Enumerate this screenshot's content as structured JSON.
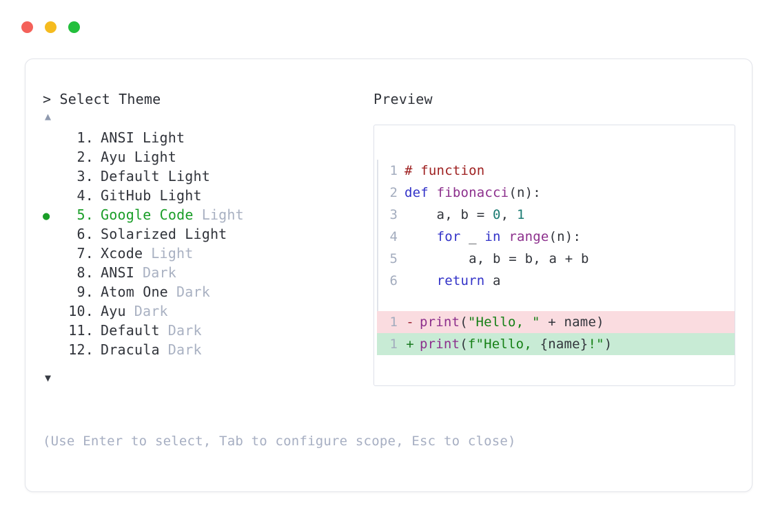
{
  "window": {
    "traffic_lights": [
      {
        "name": "close",
        "color": "#f4615a"
      },
      {
        "name": "minimize",
        "color": "#f5bb1f"
      },
      {
        "name": "maximize",
        "color": "#23bf3c"
      }
    ]
  },
  "prompt": {
    "caret": ">",
    "title": "Select Theme"
  },
  "scroll": {
    "up_glyph": "▲",
    "down_glyph": "▼"
  },
  "list": {
    "selected_index": 5,
    "bullet_glyph": "●",
    "items": [
      {
        "index": "1.",
        "name": "ANSI",
        "variant": "Light",
        "variant_muted": false,
        "selected": false
      },
      {
        "index": "2.",
        "name": "Ayu",
        "variant": "Light",
        "variant_muted": false,
        "selected": false
      },
      {
        "index": "3.",
        "name": "Default",
        "variant": "Light",
        "variant_muted": false,
        "selected": false
      },
      {
        "index": "4.",
        "name": "GitHub",
        "variant": "Light",
        "variant_muted": false,
        "selected": false
      },
      {
        "index": "5.",
        "name": "Google Code",
        "variant": "Light",
        "variant_muted": true,
        "selected": true
      },
      {
        "index": "6.",
        "name": "Solarized",
        "variant": "Light",
        "variant_muted": false,
        "selected": false
      },
      {
        "index": "7.",
        "name": "Xcode",
        "variant": "Light",
        "variant_muted": true,
        "selected": false
      },
      {
        "index": "8.",
        "name": "ANSI",
        "variant": "Dark",
        "variant_muted": true,
        "selected": false
      },
      {
        "index": "9.",
        "name": "Atom One",
        "variant": "Dark",
        "variant_muted": true,
        "selected": false
      },
      {
        "index": "10.",
        "name": "Ayu",
        "variant": "Dark",
        "variant_muted": true,
        "selected": false
      },
      {
        "index": "11.",
        "name": "Default",
        "variant": "Dark",
        "variant_muted": true,
        "selected": false
      },
      {
        "index": "12.",
        "name": "Dracula",
        "variant": "Dark",
        "variant_muted": true,
        "selected": false
      }
    ]
  },
  "preview": {
    "label": "Preview",
    "code_lines": [
      {
        "n": "1",
        "tokens": [
          {
            "t": "# function",
            "c": "comment"
          }
        ]
      },
      {
        "n": "2",
        "tokens": [
          {
            "t": "def ",
            "c": "kw"
          },
          {
            "t": "fibonacci",
            "c": "fn"
          },
          {
            "t": "(n):",
            "c": "plain"
          }
        ]
      },
      {
        "n": "3",
        "tokens": [
          {
            "t": "    a, b = ",
            "c": "plain"
          },
          {
            "t": "0",
            "c": "num"
          },
          {
            "t": ", ",
            "c": "plain"
          },
          {
            "t": "1",
            "c": "num"
          }
        ]
      },
      {
        "n": "4",
        "tokens": [
          {
            "t": "    ",
            "c": "plain"
          },
          {
            "t": "for",
            "c": "kw"
          },
          {
            "t": " _ ",
            "c": "plain"
          },
          {
            "t": "in",
            "c": "kw"
          },
          {
            "t": " ",
            "c": "plain"
          },
          {
            "t": "range",
            "c": "fn"
          },
          {
            "t": "(n):",
            "c": "plain"
          }
        ]
      },
      {
        "n": "5",
        "tokens": [
          {
            "t": "        a, b = b, a + b",
            "c": "plain"
          }
        ]
      },
      {
        "n": "6",
        "tokens": [
          {
            "t": "    ",
            "c": "plain"
          },
          {
            "t": "return",
            "c": "kw"
          },
          {
            "t": " a",
            "c": "plain"
          }
        ]
      }
    ],
    "diff_lines": [
      {
        "n": "1",
        "kind": "del",
        "sign": "-",
        "tokens": [
          {
            "t": "print",
            "c": "fn"
          },
          {
            "t": "(",
            "c": "plain"
          },
          {
            "t": "\"Hello, \"",
            "c": "str"
          },
          {
            "t": " + name)",
            "c": "plain"
          }
        ]
      },
      {
        "n": "1",
        "kind": "add",
        "sign": "+",
        "tokens": [
          {
            "t": "print",
            "c": "fn"
          },
          {
            "t": "(",
            "c": "plain"
          },
          {
            "t": "f\"Hello, ",
            "c": "str"
          },
          {
            "t": "{name}",
            "c": "plain"
          },
          {
            "t": "!\"",
            "c": "str"
          },
          {
            "t": ")",
            "c": "plain"
          }
        ]
      }
    ]
  },
  "footer": {
    "hint": "(Use Enter to select, Tab to configure scope, Esc to close)"
  },
  "colors": {
    "accent_green": "#1a9e28",
    "muted": "#a9b1c2",
    "diff_del_bg": "#fadce0",
    "diff_add_bg": "#c8ebd5",
    "comment": "#9e2020",
    "keyword": "#3232c8",
    "function": "#8c2f8c",
    "number": "#1a7a72",
    "string": "#168016"
  }
}
